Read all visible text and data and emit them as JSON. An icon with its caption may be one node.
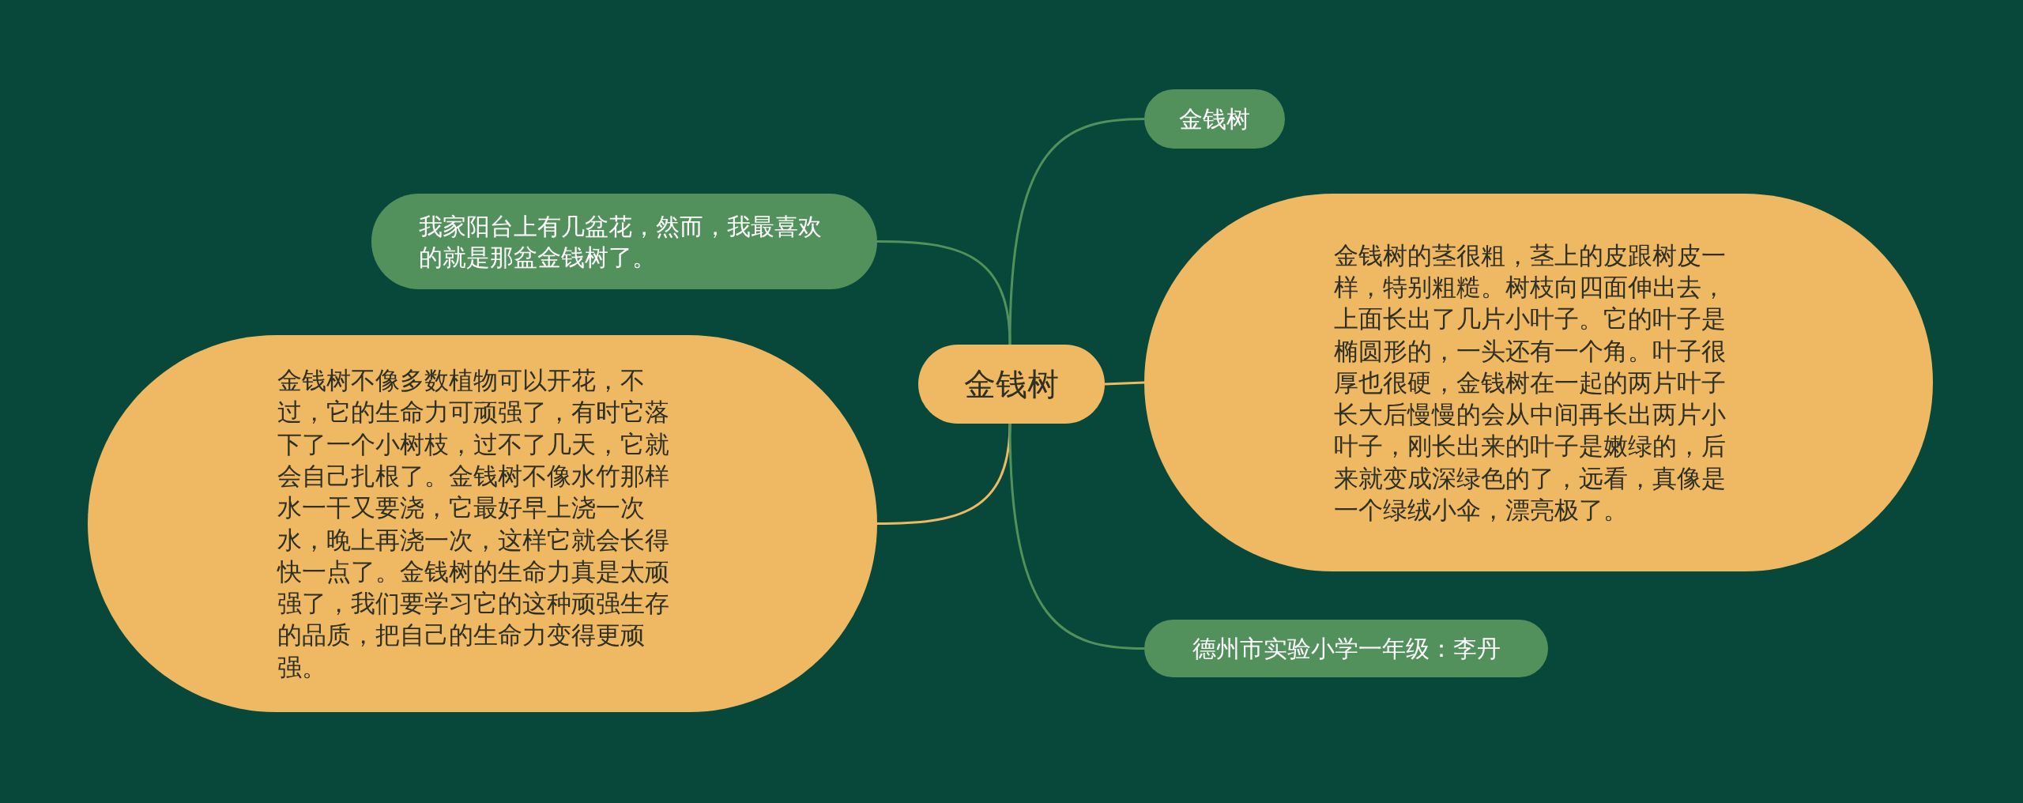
{
  "diagram": {
    "nodes": [
      {
        "text": [
          "金钱树"
        ]
      },
      {
        "text": [
          "金钱树"
        ]
      },
      {
        "text": [
          "我家阳台上有几盆花，然而，我最喜欢的就是那盆金钱树了。"
        ]
      },
      {
        "text": [
          "金钱树的茎很粗，茎上的皮跟树皮一样，特别粗糙。树枝向四面伸出去，上面长出了几片小叶子。它的叶子是椭圆形的，一头还有一个角。叶子很厚也很硬，金钱树在一起的两片叶子长大后慢慢的会从中间再长出两片小叶子，刚长出来的叶子是嫩绿的，后来就变成深绿色的了，远看，真像是一个绿绒小伞，漂亮极了。"
        ]
      },
      {
        "text": [
          "金钱树不像多数植物可以开花，不过，它的生命力可顽强了，有时它落下了一个小树枝，过不了几天，它就会自己扎根了。金钱树不像水竹那样水一干又要浇，它最好早上浇一次水，晚上再浇一次，这样它就会长得快一点了。金钱树的生命力真是太顽强了，我们要学习它的这种顽强生存的品质，把自己的生命力变得更顽强。"
        ]
      },
      {
        "text": [
          "德州市实验小学一年级：李丹"
        ]
      }
    ],
    "edges": [
      {
        "from": 0,
        "to": 1,
        "arrow": "none"
      },
      {
        "from": 0,
        "to": 2,
        "arrow": "none"
      },
      {
        "from": 0,
        "to": 3,
        "arrow": "none",
        "color": "#eeb962"
      },
      {
        "from": 0,
        "to": 4,
        "arrow": "none",
        "color": "#eeb962"
      },
      {
        "from": 0,
        "to": 5,
        "arrow": "none"
      }
    ]
  }
}
